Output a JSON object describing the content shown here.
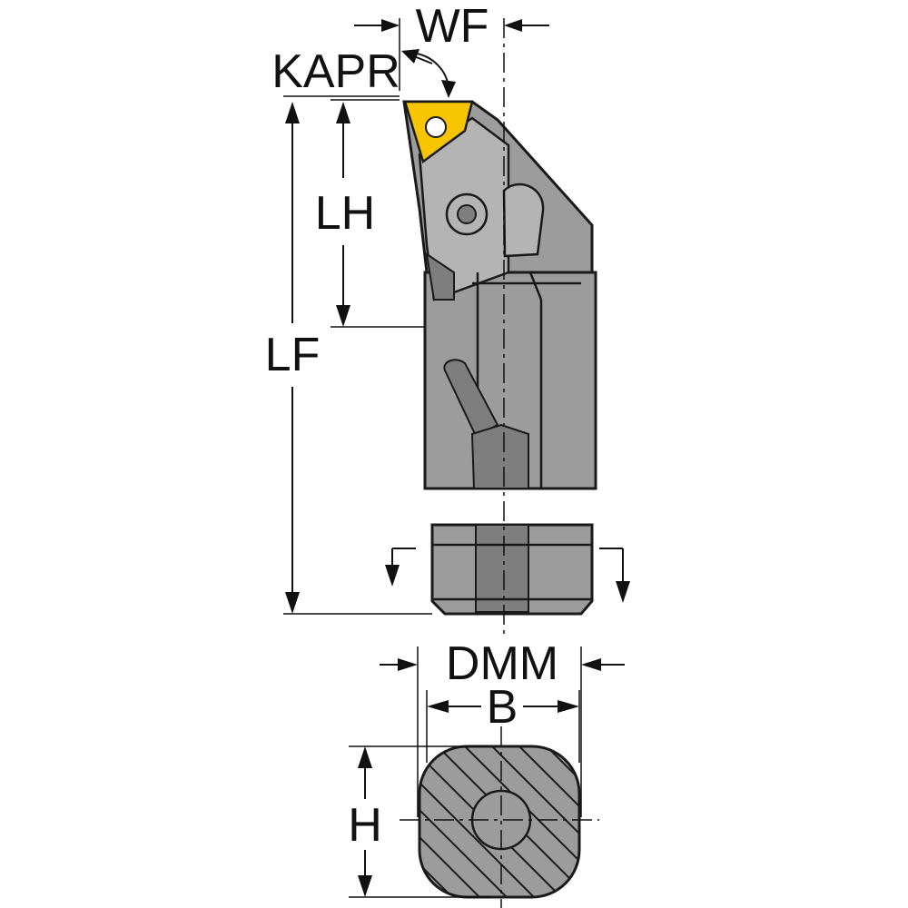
{
  "labels": {
    "wf": "WF",
    "kapr": "KAPR",
    "lh": "LH",
    "lf": "LF",
    "dmm": "DMM",
    "b": "B",
    "h": "H"
  },
  "colors": {
    "insert": "#f6c400",
    "body": "#9c9c9c",
    "line": "#111111"
  }
}
